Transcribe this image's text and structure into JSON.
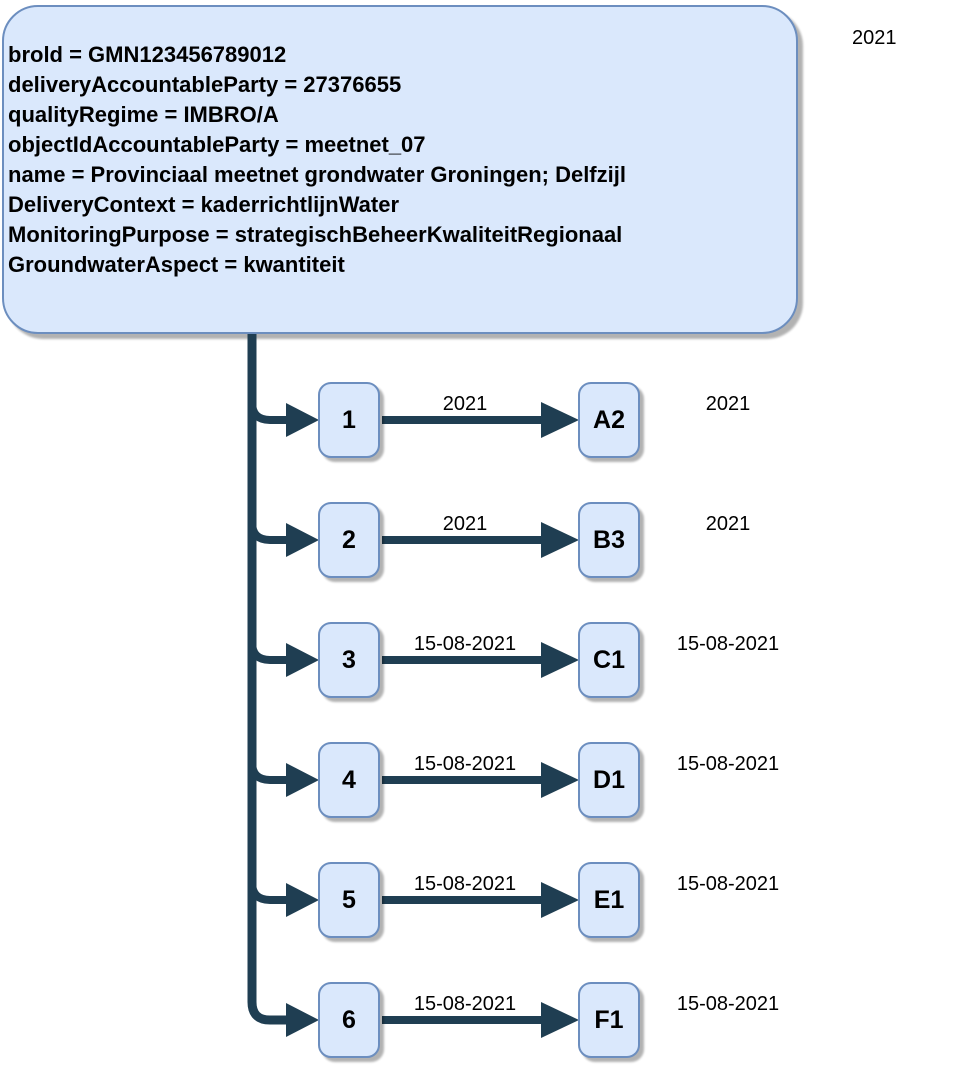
{
  "gmn_box": {
    "lines": [
      "brold = GMN123456789012",
      "deliveryAccountableParty = 27376655",
      "qualityRegime = IMBRO/A",
      "objectIdAccountableParty = meetnet_07",
      "name = Provinciaal meetnet grondwater Groningen; Delfzijl",
      "DeliveryContext = kaderrichtlijnWater",
      "MonitoringPurpose = strategischBeheerKwaliteitRegionaal",
      "GroundwaterAspect = kwantiteit"
    ]
  },
  "top_right_date": "2021",
  "rows": [
    {
      "num": "1",
      "code": "A2",
      "arrow_date": "2021",
      "right_date": "2021"
    },
    {
      "num": "2",
      "code": "B3",
      "arrow_date": "2021",
      "right_date": "2021"
    },
    {
      "num": "3",
      "code": "C1",
      "arrow_date": "15-08-2021",
      "right_date": "15-08-2021"
    },
    {
      "num": "4",
      "code": "D1",
      "arrow_date": "15-08-2021",
      "right_date": "15-08-2021"
    },
    {
      "num": "5",
      "code": "E1",
      "arrow_date": "15-08-2021",
      "right_date": "15-08-2021"
    },
    {
      "num": "6",
      "code": "F1",
      "arrow_date": "15-08-2021",
      "right_date": "15-08-2021"
    }
  ],
  "colors": {
    "box_fill": "#dae8fc",
    "box_border": "#6c8ebf",
    "connector": "#1f3e52",
    "text": "#000000"
  }
}
